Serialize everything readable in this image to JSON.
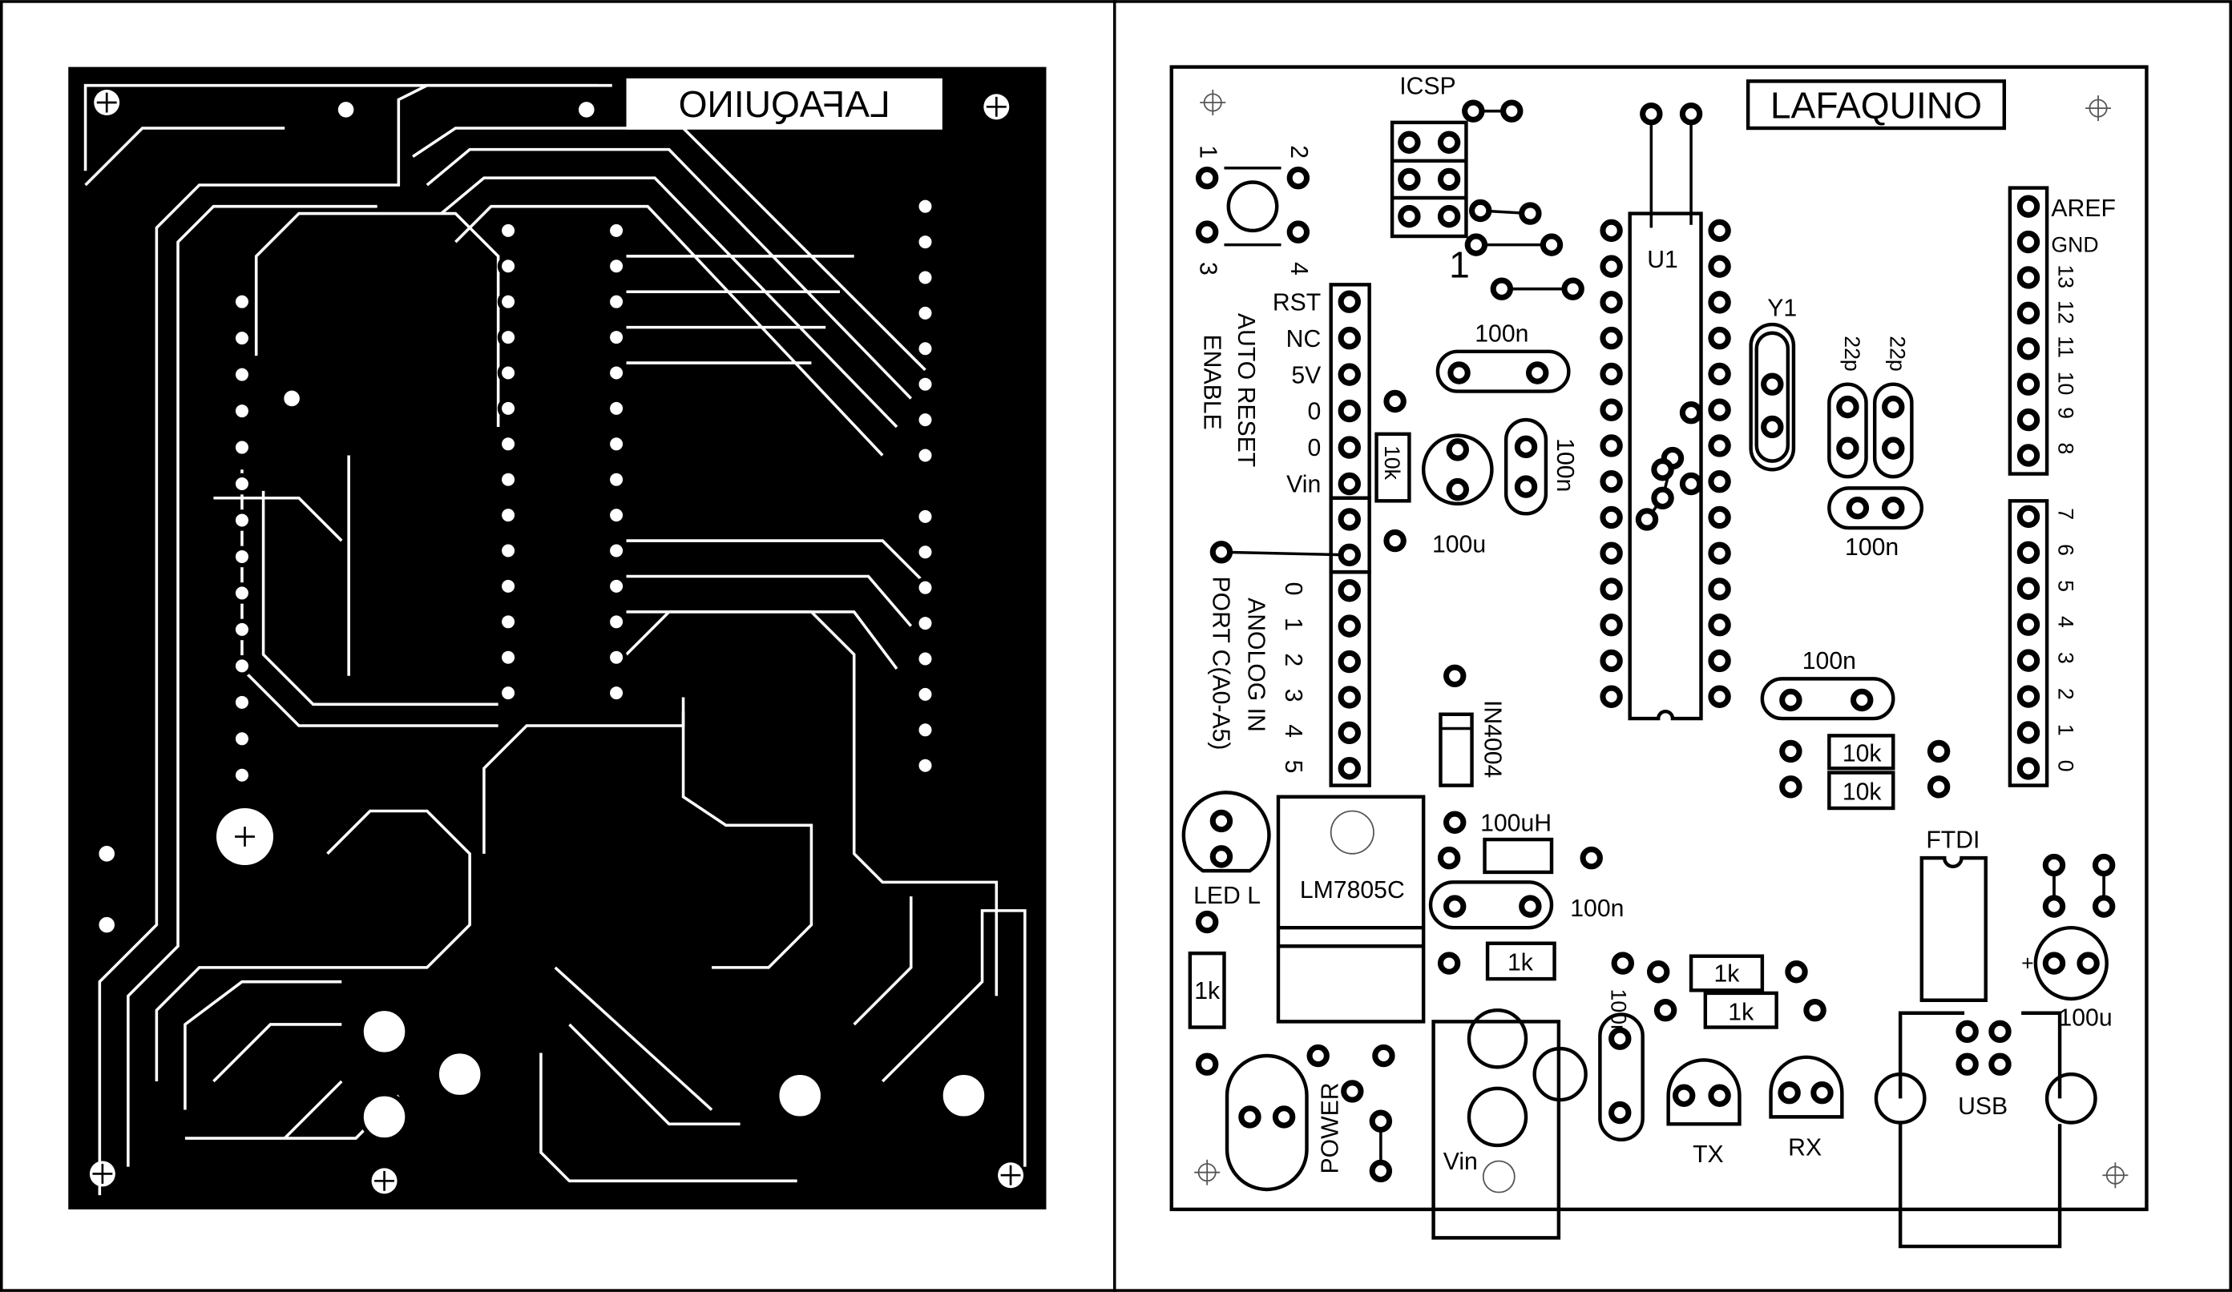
{
  "left_board": {
    "title_mirrored": "LAFAQUINO",
    "board_color": "#000000"
  },
  "right_board": {
    "title": "LAFAQUINO",
    "icsp": {
      "label": "ICSP",
      "pin1": "1"
    },
    "button": {
      "pins": [
        "1",
        "2",
        "3",
        "4"
      ]
    },
    "power_header": {
      "labels": [
        "RST",
        "NC",
        "5V",
        "0",
        "0",
        "Vin"
      ]
    },
    "auto_reset": [
      "AUTO RESET",
      "ENABLE"
    ],
    "analog_header": {
      "pins": [
        "0",
        "1",
        "2",
        "3",
        "4",
        "5"
      ],
      "title": "ANOLOG IN",
      "subtitle": "PORT C(A0-A5)"
    },
    "u1": "U1",
    "y1": "Y1",
    "digital_high": {
      "labels": [
        "AREF",
        "GND",
        "13",
        "12",
        "11",
        "10",
        "9",
        "8"
      ]
    },
    "digital_low": {
      "labels": [
        "7",
        "6",
        "5",
        "4",
        "3",
        "2",
        "1",
        "0"
      ]
    },
    "components": {
      "c_top": "100n",
      "r_reset": "10k",
      "c_100u": "100u",
      "c_vert": "100n",
      "c22a": "22p",
      "c22b": "22p",
      "c_xtal": "100n",
      "c_mid": "100n",
      "r10k_a": "10k",
      "r10k_b": "10k",
      "diode": "IN4004",
      "led": "LED  L",
      "regulator": "LM7805C",
      "inductor": "100uH",
      "c_reg": "100n",
      "r1k_a": "1k",
      "r1k_led": "1k",
      "r1k_tx": "1k",
      "r1k_rx": "1k",
      "c_vin": "100n",
      "power": "POWER",
      "vin": "Vin",
      "tx": "TX",
      "rx": "RX",
      "ftdi": "FTDI",
      "usb": "USB",
      "c_usb": "100u"
    }
  }
}
